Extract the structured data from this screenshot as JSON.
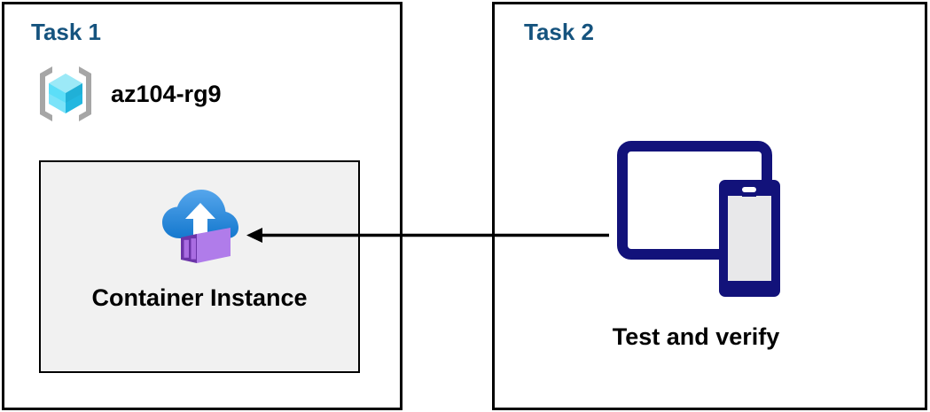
{
  "diagram": {
    "type": "azure-architecture-task-diagram",
    "background_color": "#FFFFFF",
    "title_color": "#15537E",
    "border_color": "#000000",
    "inner_box_fill": "#F1F1F1",
    "arrow_color": "#000000"
  },
  "panels": [
    {
      "id": "task1",
      "title": "Task 1",
      "resource_group": {
        "icon": "azure-resource-group-icon",
        "label": "az104-rg9"
      },
      "resource": {
        "icon": "azure-container-instance-icon",
        "label": "Container Instance"
      }
    },
    {
      "id": "task2",
      "title": "Task 2",
      "resource": {
        "icon": "devices-tablet-phone-icon",
        "label": "Test and verify"
      }
    }
  ],
  "connector": {
    "name": "arrow-task2-to-task1",
    "direction": "right-to-left",
    "from": "Test and verify",
    "to": "Container Instance",
    "color": "#000000"
  },
  "icon_colors": {
    "resource_group_bracket": "#A3A3A3",
    "resource_group_cube_light": "#9CE9F7",
    "resource_group_cube_mid": "#37D3F2",
    "resource_group_cube_dark": "#1FA8CC",
    "cloud_light": "#4DA0E8",
    "cloud_dark": "#1A7DD4",
    "container_dark_purple": "#6B34A8",
    "container_mid_purple": "#9B5FD6",
    "container_light_purple": "#B07CEA",
    "device_navy": "#12127A",
    "device_screen_grey": "#E8E8EA"
  }
}
